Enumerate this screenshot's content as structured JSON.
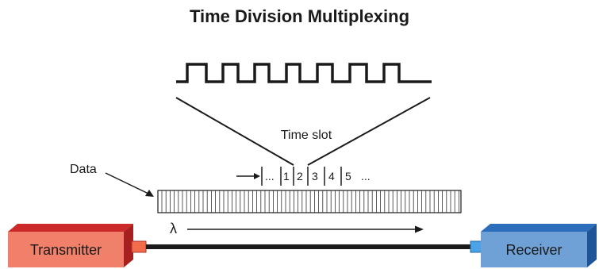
{
  "title": "Time Division Multiplexing",
  "labels": {
    "time_slot": "Time slot",
    "data": "Data",
    "lambda": "λ",
    "slot_prefix": "...",
    "slot_1": "1",
    "slot_2": "2",
    "slot_3": "3",
    "slot_4": "4",
    "slot_5": "5",
    "slot_suffix": "..."
  },
  "devices": {
    "transmitter": "Transmitter",
    "receiver": "Receiver"
  },
  "colors": {
    "transmitter_front": "#f0806a",
    "transmitter_top": "#cc2a2a",
    "receiver_front": "#6fa1d6",
    "receiver_top": "#2d6ebc",
    "fiber": "#1a1a1a"
  }
}
